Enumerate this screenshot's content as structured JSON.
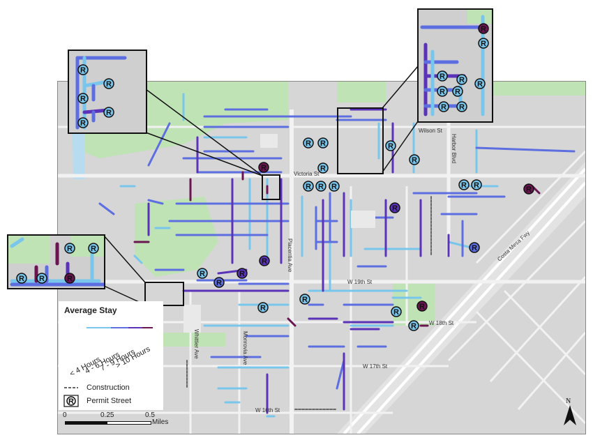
{
  "streets": {
    "wilson": "Wilson St",
    "victoria": "Victoria St",
    "harbor": "Harbor Blvd",
    "placentia": "Placentia Ave",
    "costa_mesa_fwy": "Costa Mesa Fwy",
    "w19th": "W 19th St",
    "w18th": "W 18th St",
    "w17th": "W 17th St",
    "w16th": "W 16th St",
    "whittier": "Whittier Ave",
    "monrovia": "Monrovia Ave"
  },
  "permit_symbol": "R",
  "legend": {
    "title": "Average Stay",
    "classes": [
      {
        "label": "< 4 Hours",
        "color": "#79c6ec"
      },
      {
        "label": "4 - 6 Hours",
        "color": "#5d6fe0"
      },
      {
        "label": "7 - 9 Hours",
        "color": "#5a33b8"
      },
      {
        "label": "> 10 Hours",
        "color": "#6a1552"
      }
    ],
    "construction": "Construction",
    "permit_street": "Permit Street"
  },
  "scale": {
    "ticks": [
      "0",
      "0.25",
      "0.5"
    ],
    "unit": "Miles"
  },
  "north_label": "N",
  "colors": {
    "background": "#d6d6d6",
    "park": "#bfe3b4",
    "road": "#f2f2f2",
    "construction": "#666666"
  }
}
